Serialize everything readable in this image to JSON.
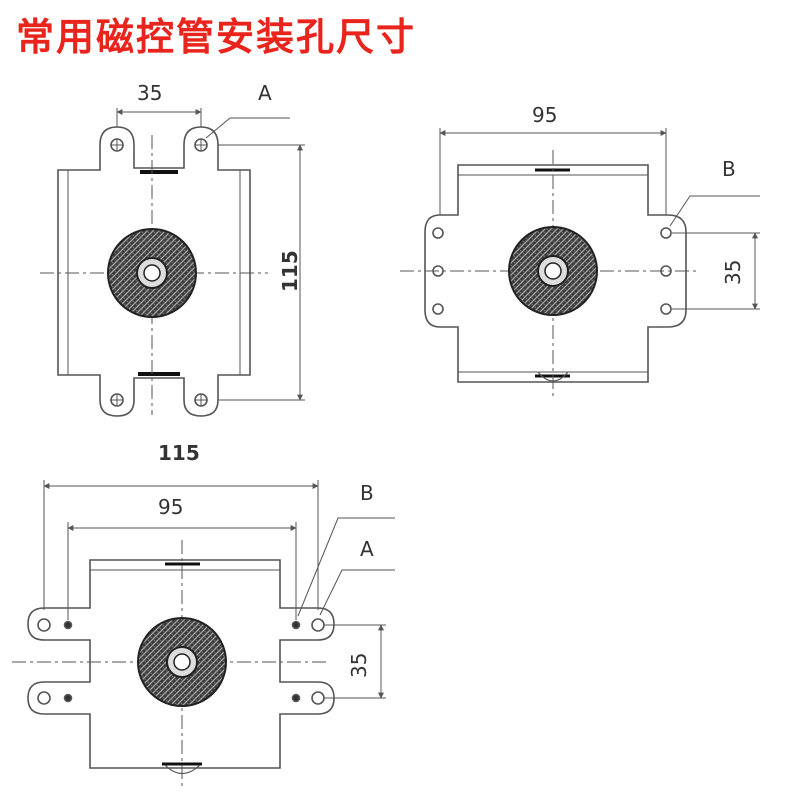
{
  "title": "常用磁控管安装孔尺寸",
  "colors": {
    "title": "#e8241c",
    "line": "#555555",
    "text": "#333333"
  },
  "figure1": {
    "dim_top": "35",
    "dim_side": "115",
    "label": "A"
  },
  "figure2": {
    "dim_top": "95",
    "dim_side": "35",
    "label": "B"
  },
  "figure3": {
    "dim_outer": "115",
    "dim_inner": "95",
    "dim_side": "35",
    "label_b": "B",
    "label_a": "A"
  }
}
